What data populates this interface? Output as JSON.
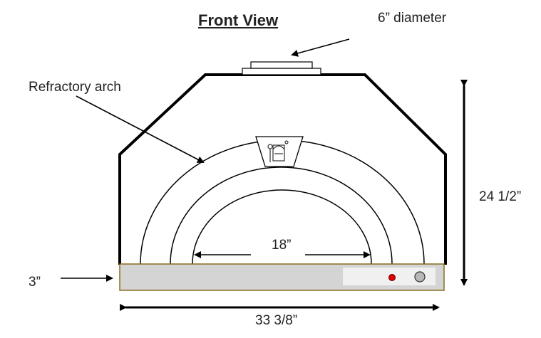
{
  "title": "Front View",
  "labels": {
    "chimney": "6” diameter",
    "arch": "Refractory arch",
    "height": "24 1/2”",
    "base_thickness": "3”",
    "width": "33 3/8”",
    "opening": "18”"
  },
  "colors": {
    "base_fill": "#d4d4d4",
    "base_border": "#8a6d1e",
    "panel_fill": "#f0f0f0",
    "indicator_red": "#e00000",
    "knob_gray": "#b8b8b8"
  }
}
